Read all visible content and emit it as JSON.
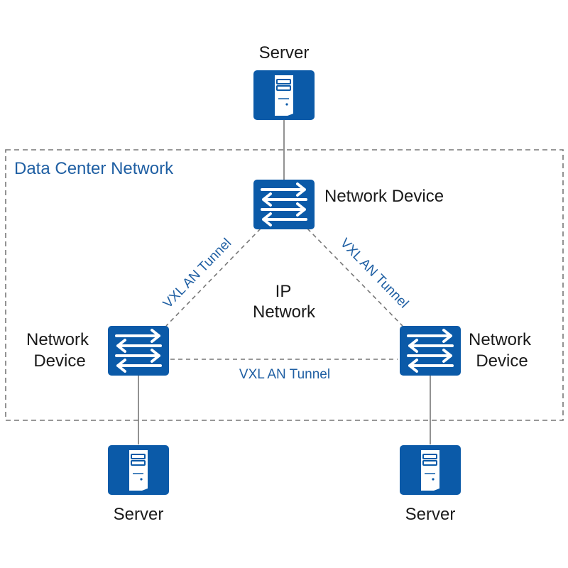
{
  "network": {
    "title": "Data Center Network",
    "center_label_line1": "IP",
    "center_label_line2": "Network"
  },
  "servers": {
    "top": "Server",
    "bottom_left": "Server",
    "bottom_right": "Server"
  },
  "devices": {
    "top": "Network Device",
    "left_line1": "Network",
    "left_line2": "Device",
    "right_line1": "Network",
    "right_line2": "Device"
  },
  "tunnels": {
    "left": "VXL AN Tunnel",
    "right": "VXL AN Tunnel",
    "bottom": "VXL AN Tunnel"
  },
  "colors": {
    "device_blue": "#0b5aa8",
    "label_blue": "#1f5fa3",
    "boundary_gray": "#777777"
  },
  "icons": {
    "server": "server-icon",
    "switch": "switch-icon"
  }
}
